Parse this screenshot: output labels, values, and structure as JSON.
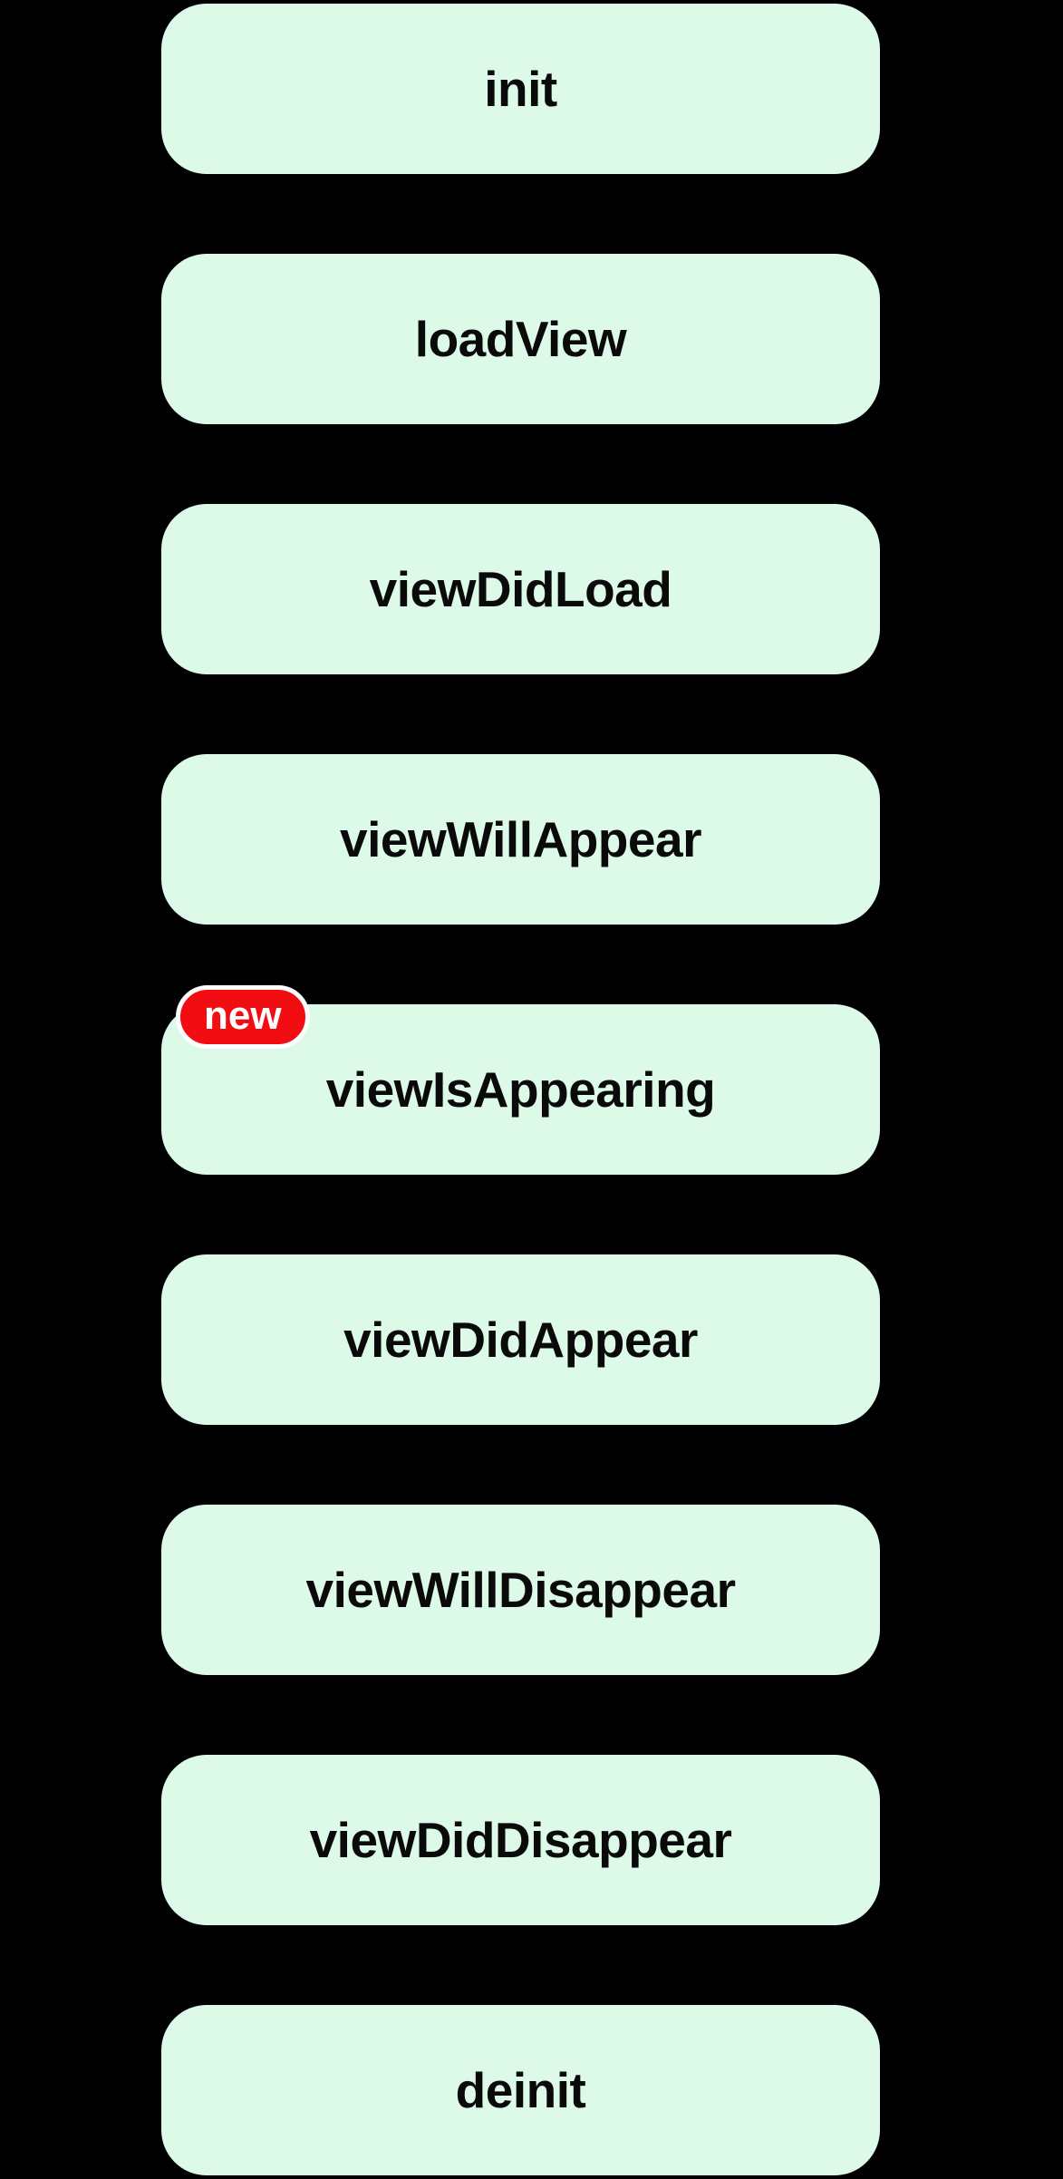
{
  "diagram": {
    "kind": "view-controller-lifecycle-flow",
    "nodes": [
      {
        "id": "init",
        "label": "init"
      },
      {
        "id": "loadView",
        "label": "loadView"
      },
      {
        "id": "viewDidLoad",
        "label": "viewDidLoad"
      },
      {
        "id": "viewWillAppear",
        "label": "viewWillAppear"
      },
      {
        "id": "viewIsAppearing",
        "label": "viewIsAppearing",
        "badge": "new"
      },
      {
        "id": "viewDidAppear",
        "label": "viewDidAppear"
      },
      {
        "id": "viewWillDisappear",
        "label": "viewWillDisappear"
      },
      {
        "id": "viewDidDisappear",
        "label": "viewDidDisappear"
      },
      {
        "id": "deinit",
        "label": "deinit"
      }
    ],
    "badge": {
      "label": "new"
    }
  },
  "colors": {
    "background": "#000000",
    "node_fill": "#dcfae7",
    "node_text": "#0a0a0a",
    "badge_fill": "#f10d12",
    "badge_border": "#ffffff",
    "badge_text": "#ffffff"
  }
}
